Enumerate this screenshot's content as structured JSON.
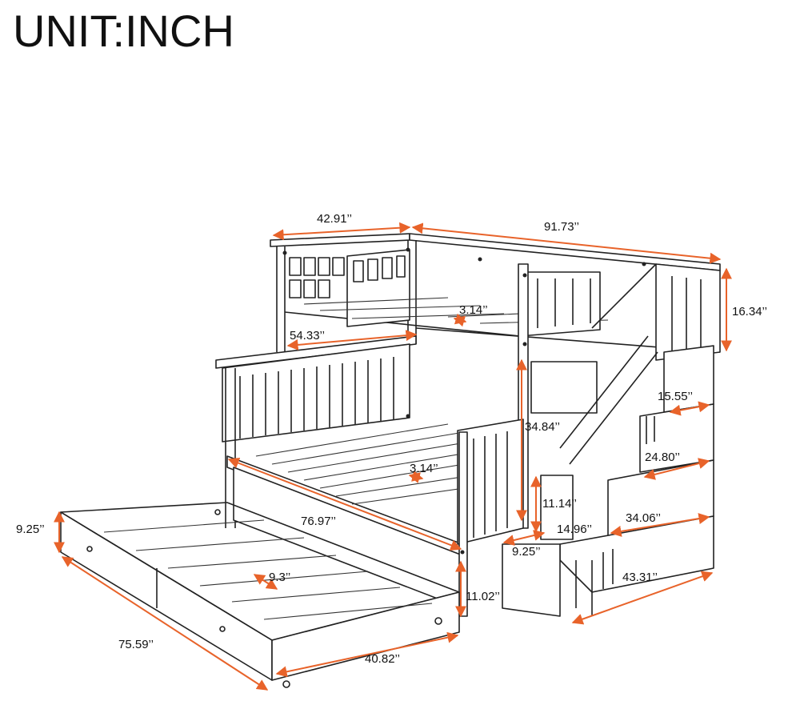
{
  "title": "UNIT:INCH",
  "accent_color": "#e8632a",
  "dimensions": {
    "top_width": "42.91’’",
    "top_length": "91.73’’",
    "guardrail_height": "16.34’’",
    "bunk_width": "54.33’’",
    "top_slat_gap": "3.14’’",
    "step_depth": "15.55’’",
    "bunk_clearance": "34.84’’",
    "stair_depth_mid": "24.80’’",
    "bottom_slat_gap": "3.14’’",
    "step_height": "11.14’’",
    "stair_length": "34.06’’",
    "trundle_height": "9.25’’",
    "bottom_length": "76.97’’",
    "step_width": "14.96’’",
    "stair_box_height": "9.25’’",
    "stair_base": "43.31’’",
    "trundle_slat_gap": "9.3’’",
    "floor_clearance": "11.02’’",
    "trundle_length": "75.59’’",
    "trundle_width": "40.82’’"
  }
}
